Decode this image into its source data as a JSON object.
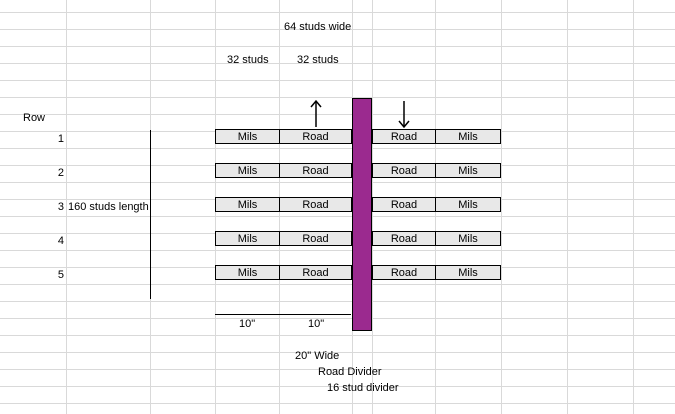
{
  "header": {
    "width_label": "64 studs wide"
  },
  "lane_labels": [
    "32 studs",
    "32 studs"
  ],
  "row_header": "Row",
  "length_label": "160 studs length",
  "rows": [
    {
      "num": "1",
      "cells": [
        "Mils",
        "Road",
        "Road",
        "Mils"
      ]
    },
    {
      "num": "2",
      "cells": [
        "Mils",
        "Road",
        "Road",
        "Mils"
      ]
    },
    {
      "num": "3",
      "cells": [
        "Mils",
        "Road",
        "Road",
        "Mils"
      ]
    },
    {
      "num": "4",
      "cells": [
        "Mils",
        "Road",
        "Road",
        "Mils"
      ]
    },
    {
      "num": "5",
      "cells": [
        "Mils",
        "Road",
        "Road",
        "Mils"
      ]
    }
  ],
  "bottom": {
    "left_width": "10\"",
    "right_width": "10\"",
    "total_width": "20\" Wide",
    "divider_label": "Road Divider",
    "divider_studs": "16 stud divider"
  },
  "colors": {
    "divider": "#9b2a8f",
    "cell_fill": "#e8e8e8",
    "gridline": "#d9d9d9"
  },
  "icons": [
    "up-arrow-icon",
    "down-arrow-icon"
  ]
}
